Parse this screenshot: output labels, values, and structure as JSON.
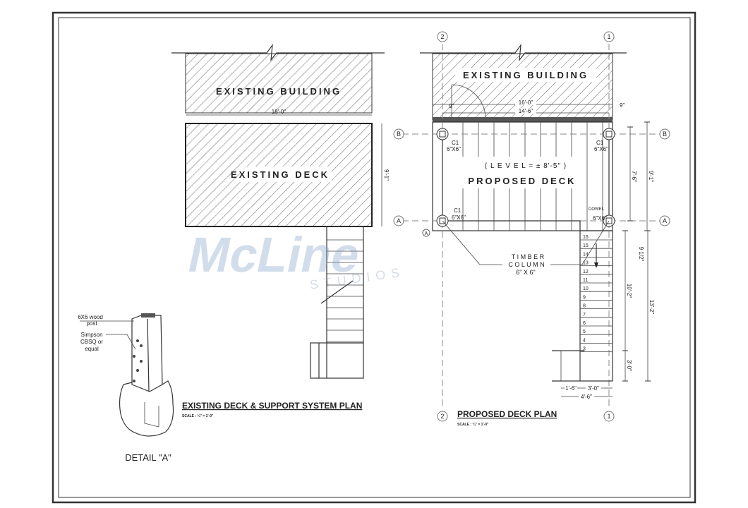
{
  "existing_plan": {
    "building_label": "EXISTING BUILDING",
    "deck_label": "EXISTING DECK",
    "dim_width": "18'-0\"",
    "dim_depth": "9'-1\"",
    "title": "EXISTING DECK & SUPPORT SYSTEM PLAN",
    "scale": "SCALE : ¼\" = 1'-0\""
  },
  "detail": {
    "note_post": [
      "6X6 wood",
      "post"
    ],
    "note_connector": [
      "Simpson",
      "CBSQ or",
      "equal"
    ],
    "title": "DETAIL \"A\""
  },
  "proposed_plan": {
    "building_label": "EXISTING BUILDING",
    "level": "( L E V E L = ± 8'-5\" )",
    "deck_label": "PROPOSED DECK",
    "grid_cols": [
      "2",
      "1"
    ],
    "grid_rows": [
      "B",
      "A"
    ],
    "column_tag": "C1",
    "column_size": "6\"X6\"",
    "dowel": "DOWEL",
    "detail_tag": "A",
    "timber_column": [
      "T I M B E R",
      "C O L U M N",
      "6\" X 6\""
    ],
    "dims": {
      "top1": "16'-0\"",
      "top2": "14'-6\"",
      "left_small": "9\"",
      "right_small": "9\"",
      "d_7_6": "7'-6\"",
      "d_9_1": "9'-1\"",
      "d_9_half": "9 1/2\"",
      "d_10_2": "10'-2\"",
      "d_13_2": "13'-2\"",
      "d_3_0v": "3'-0\"",
      "d_1_6": "1'-6\"",
      "d_3_0h": "3'-0\"",
      "d_4_6": "4'-6\""
    },
    "stair_numbers": [
      "16",
      "15",
      "14",
      "13",
      "12",
      "11",
      "10",
      "9",
      "8",
      "7",
      "6",
      "5",
      "4",
      "3"
    ],
    "title": "PROPOSED DECK PLAN",
    "scale": "SCALE : ¼\" = 1'-0\""
  },
  "watermark": {
    "brand": "McLine",
    "sub": "STUDIOS"
  }
}
